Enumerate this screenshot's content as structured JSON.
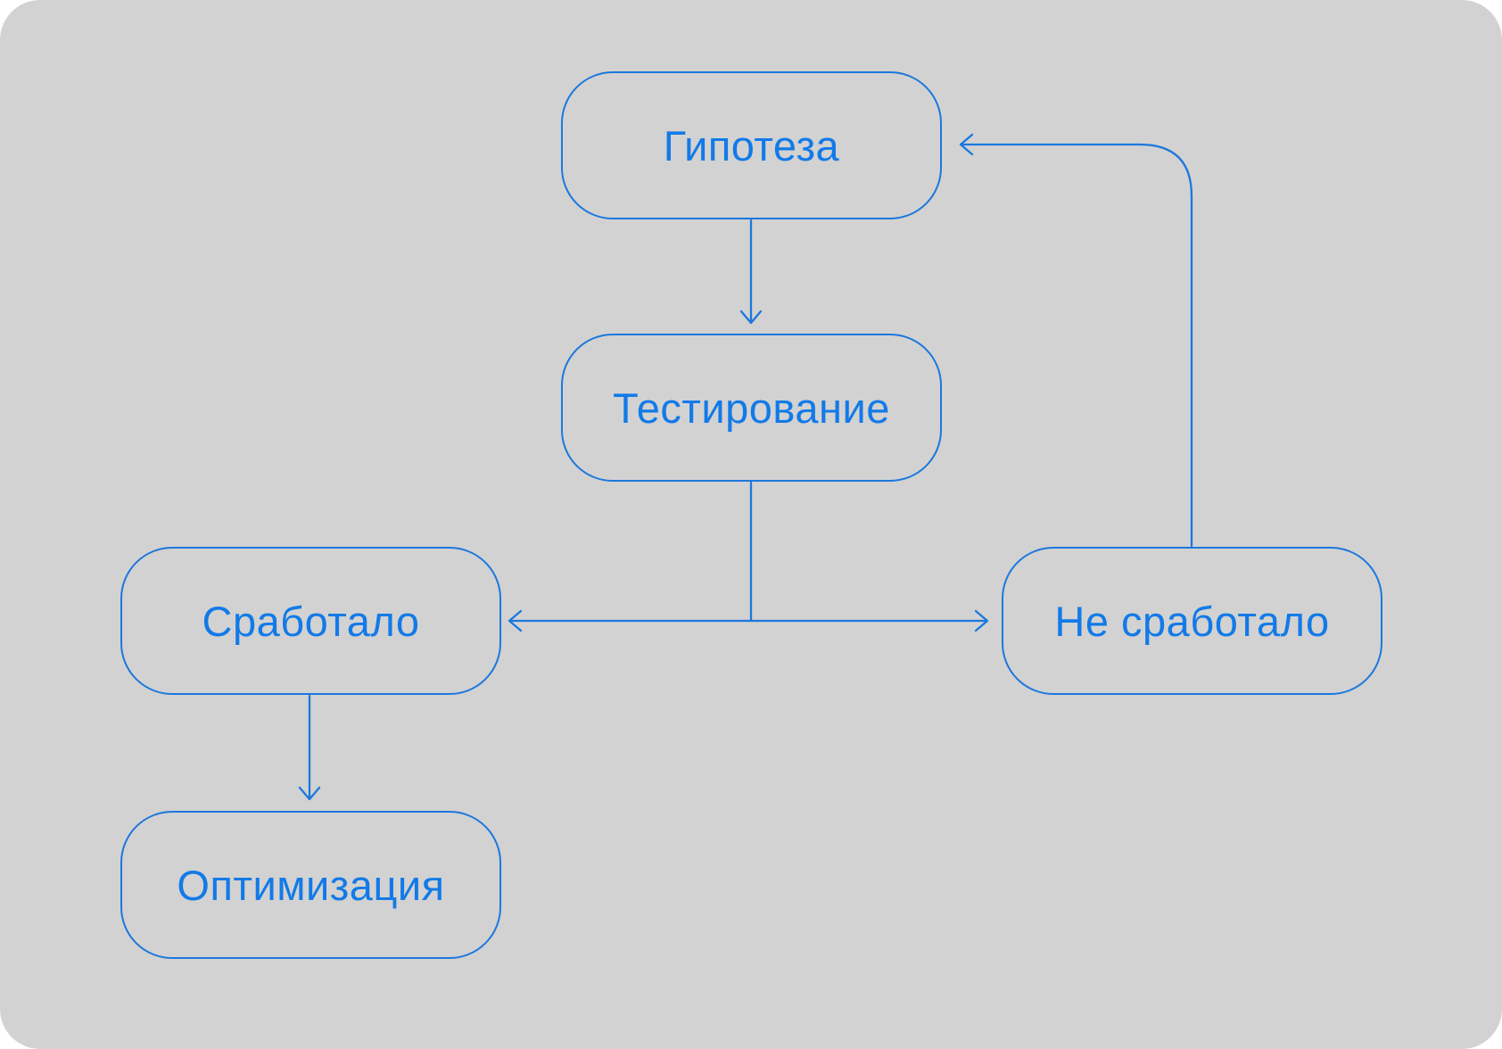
{
  "diagram": {
    "type": "flowchart",
    "nodes": [
      {
        "id": "hypothesis",
        "label": "Гипотеза"
      },
      {
        "id": "testing",
        "label": "Тестирование"
      },
      {
        "id": "worked",
        "label": "Сработало"
      },
      {
        "id": "not_worked",
        "label": "Не сработало"
      },
      {
        "id": "optimization",
        "label": "Оптимизация"
      }
    ],
    "edges": [
      {
        "from": "hypothesis",
        "to": "testing",
        "style": "arrow-down"
      },
      {
        "from": "testing",
        "to": "worked",
        "style": "arrow-left"
      },
      {
        "from": "testing",
        "to": "not_worked",
        "style": "arrow-right"
      },
      {
        "from": "worked",
        "to": "optimization",
        "style": "arrow-down"
      },
      {
        "from": "not_worked",
        "to": "hypothesis",
        "style": "arrow-left-loop"
      }
    ]
  },
  "theme": {
    "background": "#ffffff",
    "panel_bg": "#d2d2d2",
    "node_border": "#1b78dd",
    "node_text": "#127ae8",
    "connector": "#1b78dd"
  }
}
